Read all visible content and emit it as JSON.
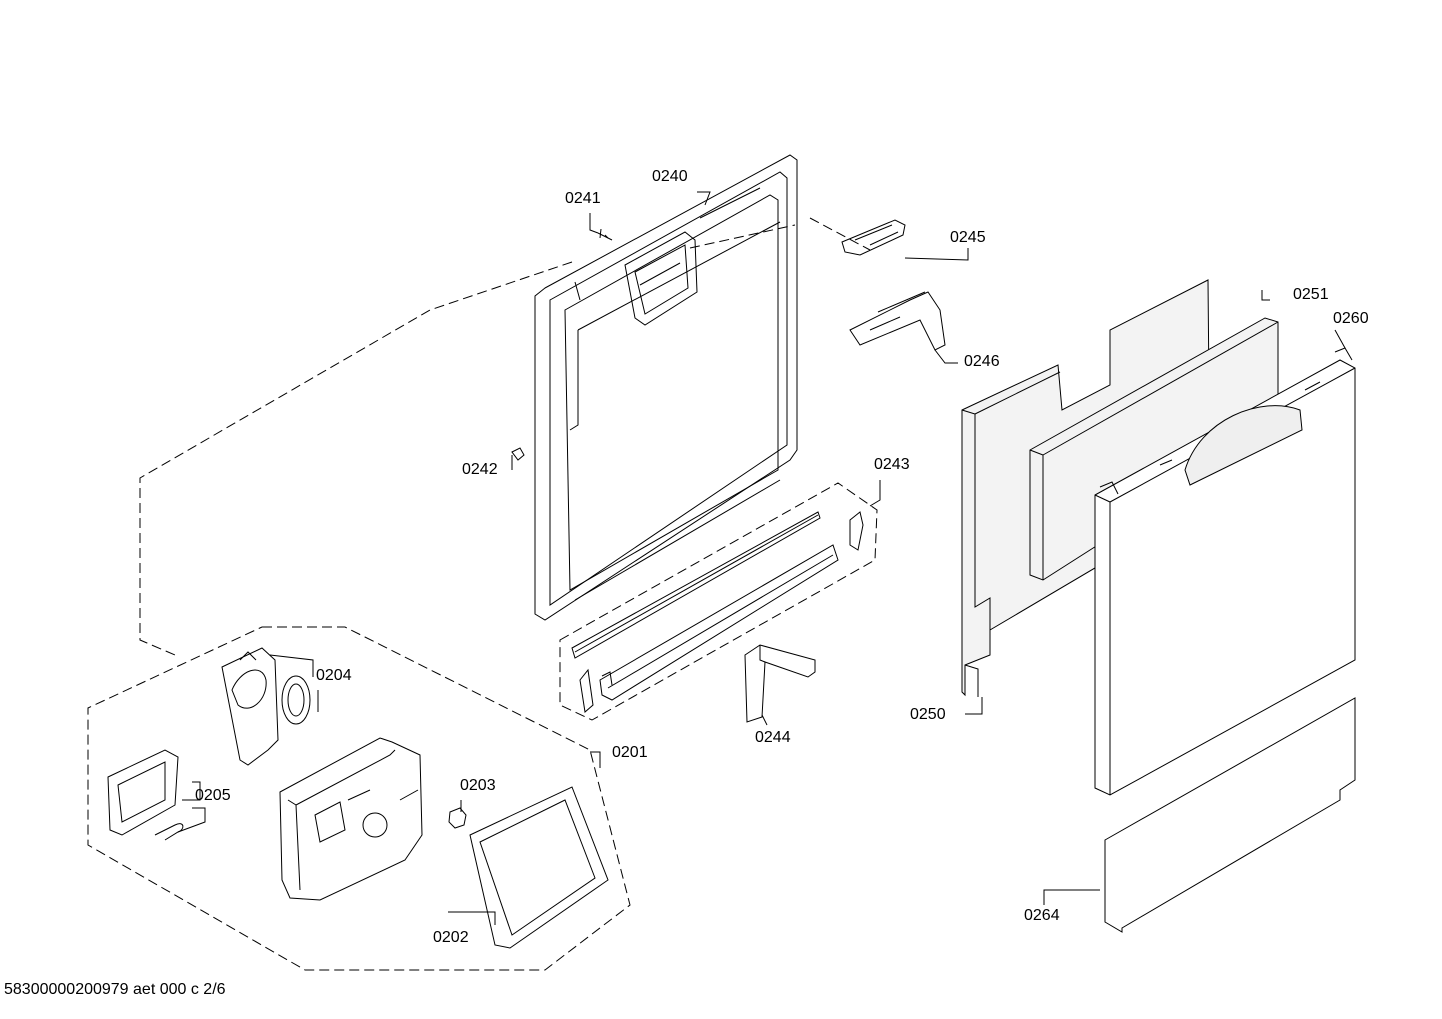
{
  "parts": {
    "p0240": "0240",
    "p0241": "0241",
    "p0242": "0242",
    "p0243": "0243",
    "p0244": "0244",
    "p0245": "0245",
    "p0246": "0246",
    "p0250": "0250",
    "p0251": "0251",
    "p0260": "0260",
    "p0264": "0264",
    "p0201": "0201",
    "p0202": "0202",
    "p0203": "0203",
    "p0204": "0204",
    "p0205": "0205"
  },
  "footer": {
    "document_id": "58300000200979 aet 000 c 2/6"
  },
  "colors": {
    "line": "#000000",
    "panel_shade": "#eeeeee",
    "background": "#ffffff"
  }
}
